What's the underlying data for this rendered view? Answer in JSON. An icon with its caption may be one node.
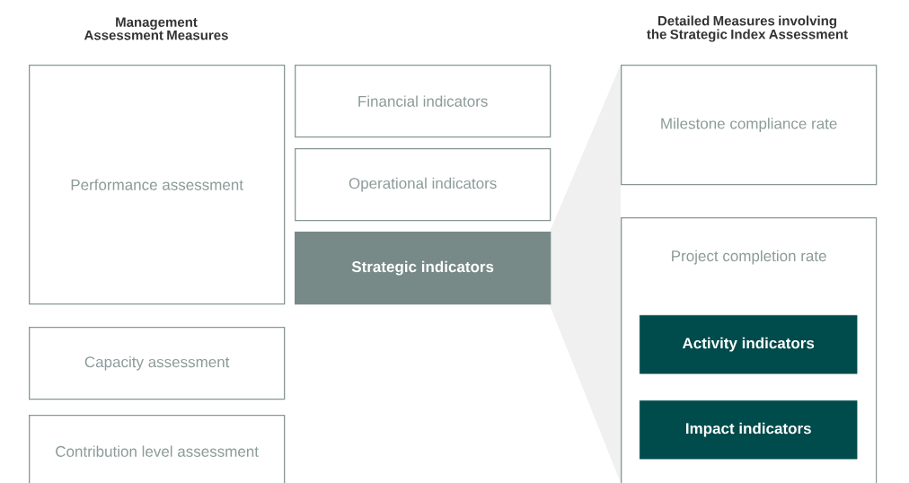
{
  "diagram": {
    "nodes": [
      {
        "text": [
          "Performance assessment"
        ]
      },
      {
        "text": [
          "Capacity assessment"
        ]
      },
      {
        "text": [
          "Contribution level assessment"
        ]
      },
      {
        "text": [
          "Financial indicators"
        ]
      },
      {
        "text": [
          "Operational indicators"
        ]
      },
      {
        "text": [
          "Strategic indicators"
        ]
      },
      {
        "text": [
          "Milestone compliance rate"
        ]
      },
      {
        "text": [
          "Project completion rate"
        ]
      },
      {
        "text": [
          "Activity indicators"
        ],
        "in": 7
      },
      {
        "text": [
          "Impact indicators"
        ],
        "in": 7
      }
    ],
    "edges": [],
    "labels": [
      "Management Assessment Measures",
      "Detailed Measures involving the Strategic Index Assessment"
    ]
  }
}
